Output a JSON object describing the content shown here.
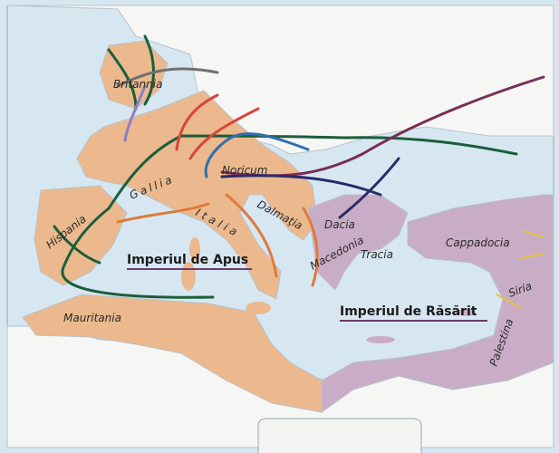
{
  "colors": {
    "sea": "#d7e7f2",
    "land": "#f6f6f4",
    "western_empire": "#ebb98d",
    "eastern_empire": "#c9adc7",
    "border": "#b7c3cc"
  },
  "empires": {
    "west": "Imperiul de Apus",
    "east": "Imperiul de Răsărit"
  },
  "regions": {
    "britannia": "Britannia",
    "gallia": "Gallia",
    "hispania": "Hispania",
    "italia": "Italia",
    "noricum": "Noricum",
    "dalmatia": "Dalmaţia",
    "dacia": "Dacia",
    "macedonia": "Macedonia",
    "tracia": "Tracia",
    "cappadocia": "Cappadocia",
    "siria": "Siria",
    "palestina": "Palestina",
    "mauritania": "Mauritania"
  },
  "routes": [
    {
      "id": "green-main",
      "color": "#1b5e3b"
    },
    {
      "id": "purple-east",
      "color": "#7a2e55"
    },
    {
      "id": "navy-balkan",
      "color": "#2a2a6b"
    },
    {
      "id": "blue-alps",
      "color": "#2f6fb0"
    },
    {
      "id": "orange-italy",
      "color": "#e07a3c"
    },
    {
      "id": "red-gallia",
      "color": "#d8453a"
    },
    {
      "id": "gray-britain",
      "color": "#707070"
    },
    {
      "id": "violet-britain",
      "color": "#8b7fc4"
    },
    {
      "id": "yellow-east",
      "color": "#e6c23c"
    }
  ]
}
